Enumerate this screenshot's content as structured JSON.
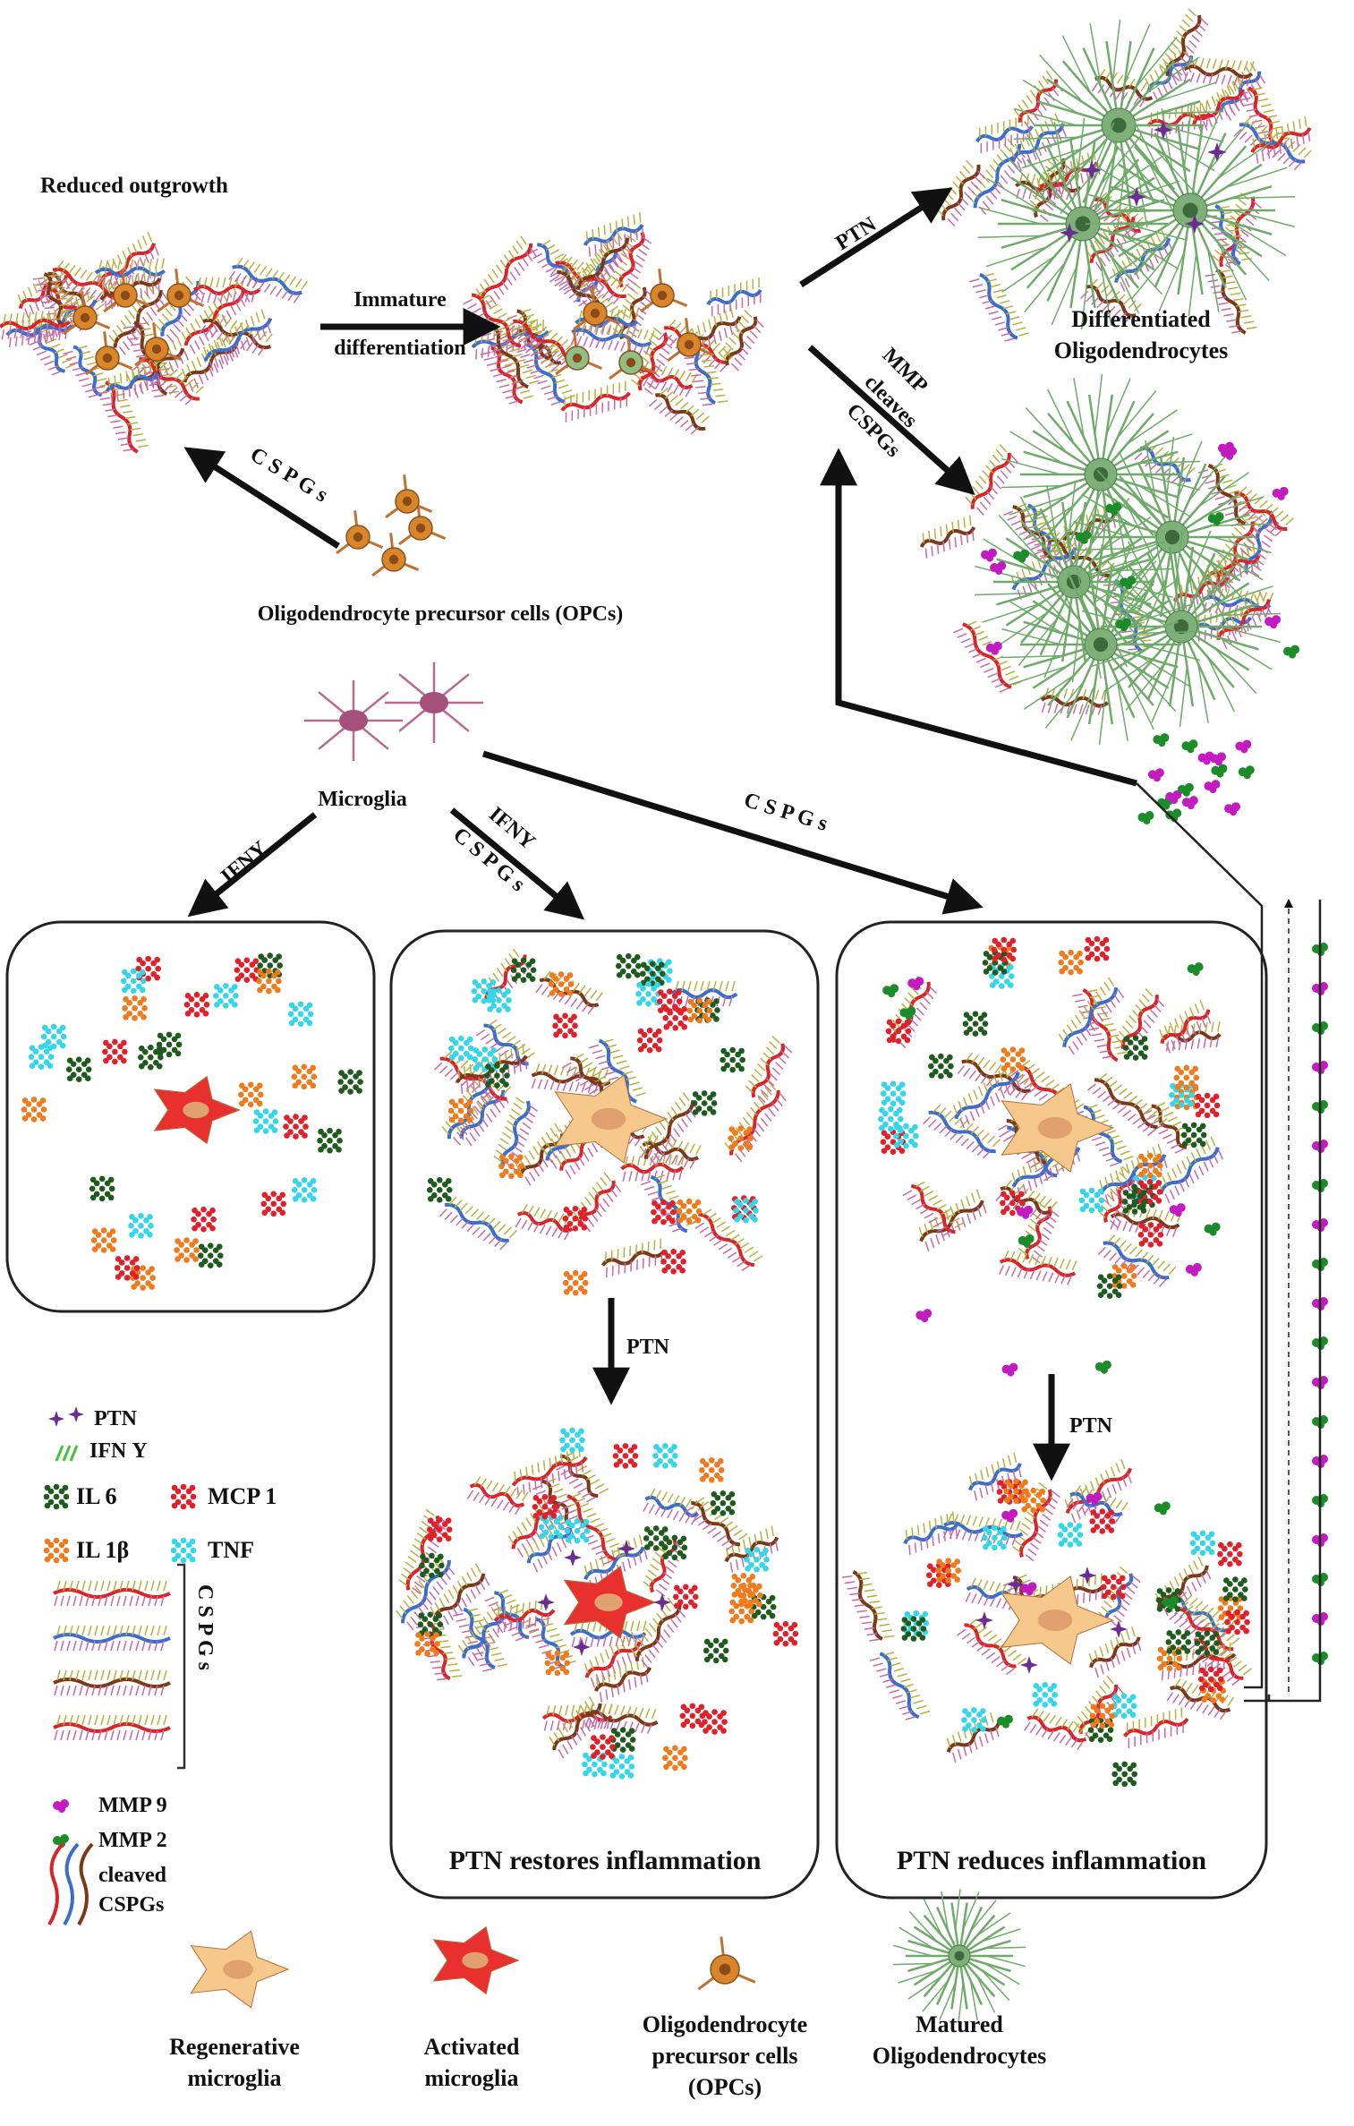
{
  "labels": {
    "reduced_outgrowth": "Reduced outgrowth",
    "immature": "Immature",
    "differentiation": "differentiation",
    "ptn": "PTN",
    "mmp": "MMP",
    "cleaves": "cleaves",
    "cspgs_word": "CSPGs",
    "cspgs_spaced": "C S P G s",
    "differentiated": "Differentiated",
    "oligodendrocytes": "Oligodendrocytes",
    "opcs_label": "Oligodendrocyte precursor cells (OPCs)",
    "microglia": "Microglia",
    "ifng": "IFNΥ",
    "ptn_restores": "PTN restores inflammation",
    "ptn_reduces": "PTN reduces inflammation"
  },
  "legend": {
    "ptn": "PTN",
    "ifng": "IFN Υ",
    "il6": "IL 6",
    "mcp1": "MCP 1",
    "il1b": "IL 1β",
    "tnf": "TNF",
    "cspgs": "C S P G s",
    "mmp9": "MMP 9",
    "mmp2": "MMP 2",
    "cleaved": "cleaved",
    "cleaved2": "CSPGs"
  },
  "cell_legend": {
    "regen_1": "Regenerative",
    "regen_2": "microglia",
    "activated_1": "Activated",
    "activated_2": "microglia",
    "opc_1": "Oligodendrocyte",
    "opc_2": "precursor cells",
    "opc_3": "(OPCs)",
    "matured_1": "Matured",
    "matured_2": "Oligodendrocytes"
  },
  "colors": {
    "il6": "#1f5a1f",
    "mcp1": "#e0202a",
    "il1b": "#f07a1e",
    "tnf": "#35d6e8",
    "ptn": "#6a2d91",
    "ifng": "#45c43a",
    "mmp9": "#c21cc0",
    "mmp2": "#1c8c2a",
    "activated": "#e8302e",
    "regenerative": "#f6c88c",
    "opc": "#d9862a",
    "mature": "#8fbf84",
    "microglia": "#b86a8e",
    "cspg_red": "#d6262a",
    "cspg_blue": "#3a6ec8",
    "cspg_brown": "#7a3a1a",
    "cspg_side": "#b8b040",
    "cspg_pink": "#c46aa8"
  }
}
